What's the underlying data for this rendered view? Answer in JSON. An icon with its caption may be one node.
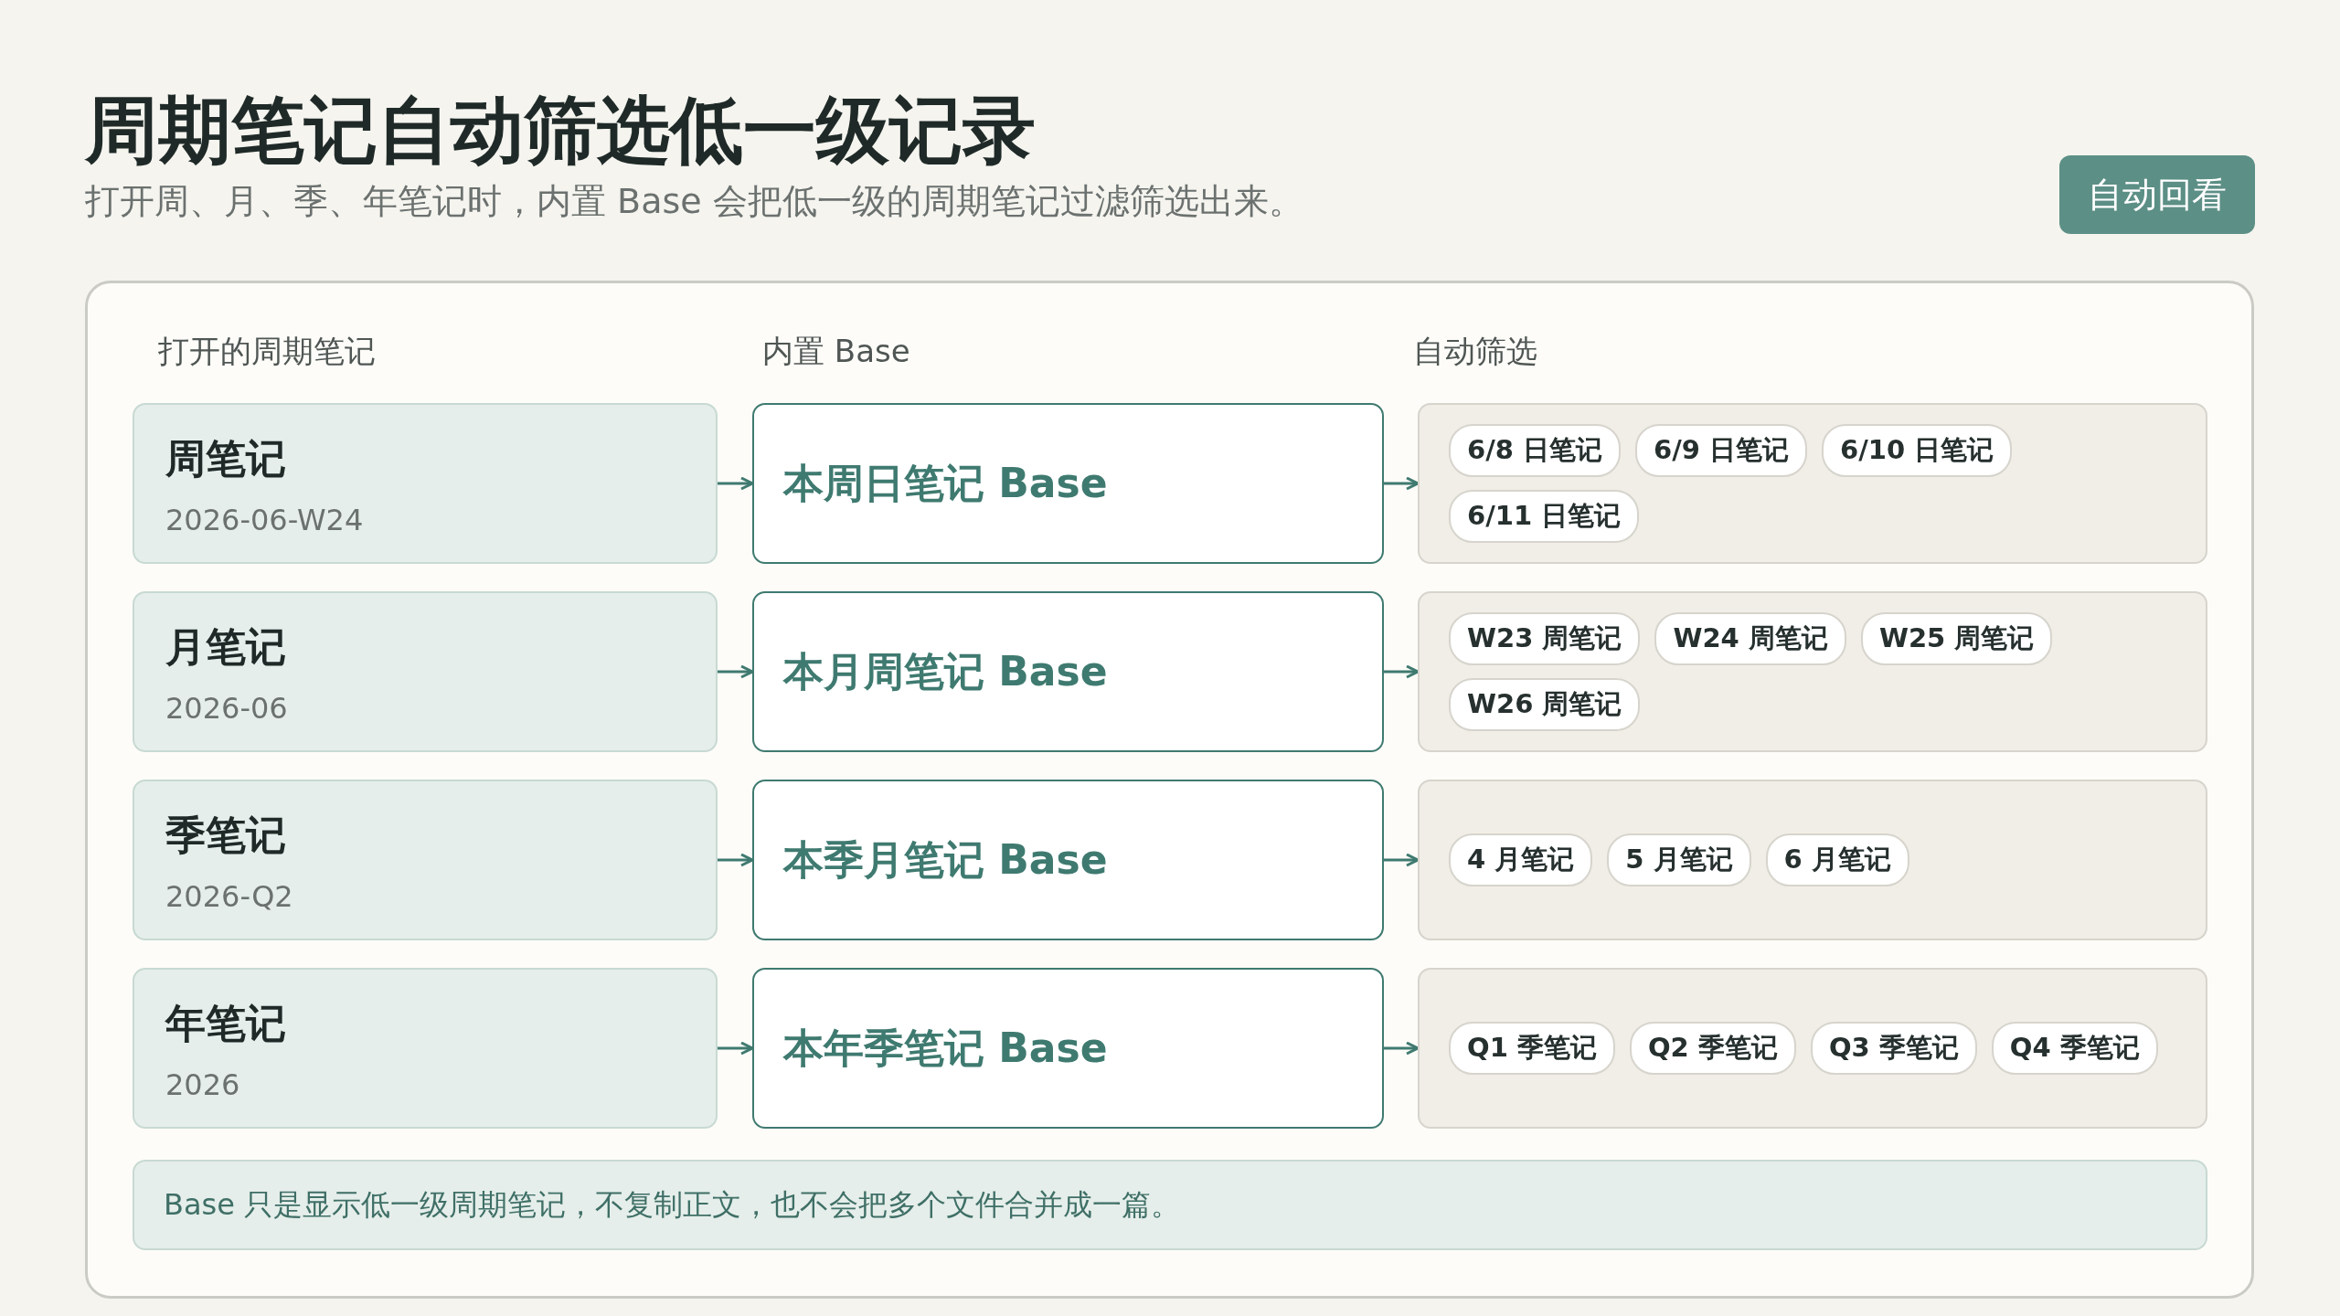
{
  "diagram": {
    "title": "周期笔记自动筛选低一级记录",
    "caption": "打开周、月、季、年笔记时，内置 Base 会把低一级的周期笔记过滤筛选出来。",
    "nodes": [
      {
        "text": [
          "自动回看"
        ]
      },
      {
        "text": [
          "周笔记",
          "2026-06-W24"
        ]
      },
      {
        "text": [
          "本周日笔记 Base"
        ]
      },
      {
        "text": [],
        "shape": "box"
      },
      {
        "text": [
          "6/8 日笔记"
        ],
        "in": 3
      },
      {
        "text": [
          "6/9 日笔记"
        ],
        "in": 3
      },
      {
        "text": [
          "6/10 日笔记"
        ],
        "in": 3
      },
      {
        "text": [
          "6/11 日笔记"
        ],
        "in": 3
      },
      {
        "text": [
          "月笔记",
          "2026-06"
        ]
      },
      {
        "text": [
          "本月周笔记 Base"
        ]
      },
      {
        "text": [],
        "shape": "box"
      },
      {
        "text": [
          "W23 周笔记"
        ],
        "in": 10
      },
      {
        "text": [
          "W24 周笔记"
        ],
        "in": 10
      },
      {
        "text": [
          "W25 周笔记"
        ],
        "in": 10
      },
      {
        "text": [
          "W26 周笔记"
        ],
        "in": 10
      },
      {
        "text": [
          "季笔记",
          "2026-Q2"
        ]
      },
      {
        "text": [
          "本季月笔记 Base"
        ]
      },
      {
        "text": [],
        "shape": "box"
      },
      {
        "text": [
          "4 月笔记"
        ],
        "in": 17
      },
      {
        "text": [
          "5 月笔记"
        ],
        "in": 17
      },
      {
        "text": [
          "6 月笔记"
        ],
        "in": 17
      },
      {
        "text": [
          "年笔记",
          "2026"
        ]
      },
      {
        "text": [
          "本年季笔记 Base"
        ]
      },
      {
        "text": [],
        "shape": "box"
      },
      {
        "text": [
          "Q1 季笔记"
        ],
        "in": 23
      },
      {
        "text": [
          "Q2 季笔记"
        ],
        "in": 23
      },
      {
        "text": [
          "Q3 季笔记"
        ],
        "in": 23
      },
      {
        "text": [
          "Q4 季笔记"
        ],
        "in": 23
      },
      {
        "text": [
          "Base 只是显示低一级周期笔记，不复制正文，也不会把多个文件合并成一篇。"
        ]
      }
    ],
    "edges": [
      {
        "from": 1,
        "to": 2,
        "arrow": "to"
      },
      {
        "from": 2,
        "to": 3,
        "arrow": "to"
      },
      {
        "from": 8,
        "to": 9,
        "arrow": "to"
      },
      {
        "from": 9,
        "to": 10,
        "arrow": "to"
      },
      {
        "from": 15,
        "to": 16,
        "arrow": "to"
      },
      {
        "from": 16,
        "to": 17,
        "arrow": "to"
      },
      {
        "from": 21,
        "to": 22,
        "arrow": "to"
      },
      {
        "from": 22,
        "to": 23,
        "arrow": "to"
      }
    ],
    "labels": [
      "打开的周期笔记",
      "内置 Base",
      "自动筛选"
    ]
  }
}
